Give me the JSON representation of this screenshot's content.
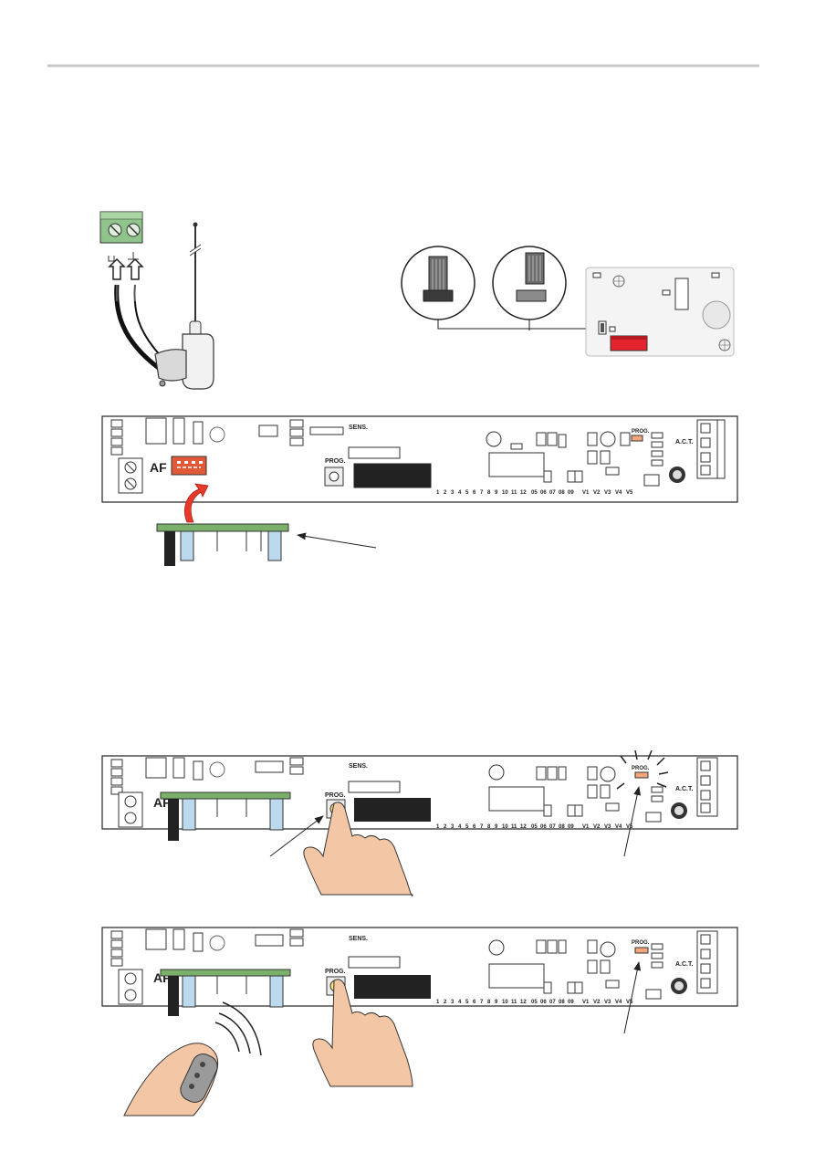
{
  "board": {
    "sens_label": "SENS.",
    "prog_label": "PROG.",
    "af_label": "AF",
    "act_label": "A.C.T.",
    "terminal_numbers": [
      "1",
      "2",
      "3",
      "4",
      "5",
      "6",
      "7",
      "8",
      "9",
      "10",
      "11",
      "12"
    ],
    "output_labels": [
      "05",
      "06",
      "07",
      "08",
      "09"
    ],
    "v_labels": [
      "V1",
      "V2",
      "V3",
      "V4",
      "V5"
    ]
  },
  "colors": {
    "terminal_green": "#8fc58a",
    "receiver_green": "#7ab06a",
    "connector_red": "#e05a3a",
    "led_orange": "#f4a77a",
    "arrow_red": "#e53a2b",
    "ribbon_red": "#e5232c",
    "hand_skin": "#f3c7a5"
  },
  "icons": [
    "antenna-icon",
    "receiver-card-icon",
    "hand-pointing-icon",
    "remote-control-icon",
    "jumper-icon",
    "led-flash-icon"
  ]
}
